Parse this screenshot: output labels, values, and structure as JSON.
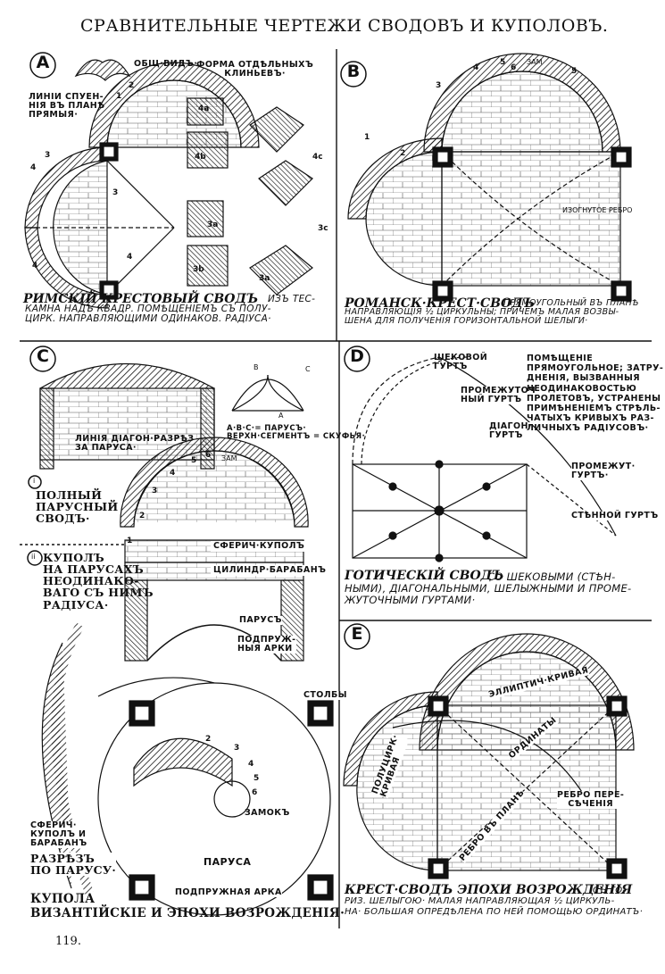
{
  "title": "СРАВНИТЕЛЬНЫЕ ЧЕРТЕЖИ СВОДОВЪ И КУПОЛОВЪ.",
  "page_number": "119.",
  "panels": {
    "A": {
      "letter": "A",
      "label_view": "ОБЩ·ВИДЪ·",
      "label_stones": "ФОРМА ОТДѢЛЬНЫХЪ\nКЛИНЬЕВЪ·",
      "label_lines": "ЛИНІИ СПУЕН-\nНІЯ ВЪ ПЛАНѢ\nПРЯМЫЯ·",
      "caption_main": "РИМСКІЙ КРЕСТОВЫЙ СВОДЪ",
      "caption_rest": "ИЗЪ ТЕС-\nКАМНА НАДЪ КВАДР. ПОМѢЩЕНІЕМЪ СЪ ПОЛУ-\nЦИРК. НАПРАВЛЯЮЩИМИ ОДИНАКОВ. РАДІУСА·",
      "stone_labels": [
        "4a",
        "4b",
        "4c",
        "3a",
        "3c",
        "3b",
        "3a"
      ],
      "numbers": [
        "3",
        "4",
        "4",
        "4",
        "3",
        "1",
        "2"
      ]
    },
    "B": {
      "letter": "B",
      "label_zam": "ЗАМ",
      "label_rib": "ИЗОГНУТОЕ РЕБРО",
      "caption_main": "РОМАНСК·КРЕСТ·СВОДЪ",
      "caption_rest": "ПРЯМОУГОЛЬНЫЙ ВЪ ПЛАНѢ\nНАПРАВЛЯЮЩІЯ ½ ЦИРКУЛЬНЫ; ПРИЧЕМЪ МАЛАЯ ВОЗВЫ-\nШЕНА ДЛЯ ПОЛУЧЕНІЯ ГОРИЗОНТАЛЬНОЙ ШЕЛЫГИ·",
      "numbers": [
        "1",
        "2",
        "3",
        "4",
        "5",
        "6",
        "5"
      ]
    },
    "C": {
      "letter": "C",
      "label_diag": "ЛИНІЯ ДІАГОН·РАЗРѢЗ\nЗА ПАРУСА·",
      "label_abc": "А·В·С·= ПАРУСЪ·\nВЕРХН·СЕГМЕНТЪ = СКУФЬЯ·",
      "label_i": "ПОЛНЫЙ\nПАРУСНЫЙ\nСВОДЪ·",
      "label_ii": "КУПОЛЪ\nНА ПАРУСАХЪ\nНЕОДИНАКО-\nВАГО СЪ НИМЪ\nРАДІУСА·",
      "label_zam": "ЗАМ",
      "label_sph": "СФЕРИЧ·КУПОЛЪ",
      "label_cyl": "ЦИЛИНДР·БАРАБАНЪ",
      "label_sail": "ПАРУСЪ",
      "label_arch": "ПОДПРУЖ-\nНЫЯ АРКИ",
      "label_pillars": "СТОЛБЫ",
      "label_sph2": "СФЕРИЧ·\nКУПОЛЪ И\nБАРАБАНЪ",
      "label_section": "РАЗРѢЗЪ\nПО ПАРУСУ·",
      "label_zamok": "ЗАМОКЪ",
      "label_parusa": "ПАРУСА",
      "label_podpr": "ПОДПРУЖНАЯ АРКА",
      "caption_main": "КУПОЛА\nВИЗАНТІЙСКІЕ И ЭПОХИ ВОЗРОЖДЕНІЯ·",
      "roman_i": "i",
      "roman_ii": "ii",
      "abc_letters": [
        "A",
        "B",
        "C"
      ],
      "numbers": [
        "1",
        "2",
        "3",
        "4",
        "5",
        "6",
        "2",
        "3",
        "4",
        "5",
        "6"
      ]
    },
    "D": {
      "letter": "D",
      "label_shek": "ШЕКОВОЙ\nГУРТЪ",
      "label_prom": "ПРОМЕЖУТОЧ-\nНЫЙ ГУРТЪ",
      "label_diag": "ДІАГОН·\nГУРТЪ",
      "label_room": "ПОМѢЩЕНІЕ\nПРЯМОУГОЛЬНОЕ; ЗАТРУ-\nДНЕНІЯ, ВЫЗВАННЫЯ\nНЕОДИНАКОВОСТЬЮ\nПРОЛЕТОВЪ, УСТРАНЕНЫ\nПРИМѢНЕНІЕМЪ СТРѢЛЬ-\nЧАТЫХЪ КРИВЫХЪ РАЗ-\nЛИЧНЫХЪ РАДІУСОВЪ·",
      "label_prom2": "ПРОМЕЖУТ·\nГУРТЪ·",
      "label_wall": "СТѢННОЙ ГУРТЪ",
      "caption_main": "ГОТИЧЕСКІЙ СВОДЪ",
      "caption_rest": "СО ШЕКОВЫМИ (СТѢН-\nНЫМИ), ДІАГОНАЛЬНЫМИ, ШЕЛЫЖНЫМИ И ПРОМЕ-\nЖУТОЧНЫМИ ГУРТАМИ·"
    },
    "E": {
      "letter": "E",
      "label_ellipse": "ЭЛЛИПТИЧ·КРИВАЯ",
      "label_semi": "ПОЛУЦИРК·\nКРИВАЯ",
      "label_ord": "ОРДИНАТЫ",
      "label_rib": "РЕБРО ПЕРЕ-\nСѢЧЕНІЯ",
      "label_rib_lie": "РЕБРО ВЪ ПЛАНѢ",
      "caption_main": "КРЕСТ·СВОДЪ ЭПОХИ ВОЗРОЖДЕНІЯ",
      "caption_rest": "СЪ ГО-\nРИЗ. ШЕЛЫГОЮ· МАЛАЯ НАПРАВЛЯЮЩАЯ ½ ЦИРКУЛЬ-\nНА· БОЛЬШАЯ ОПРЕДѢЛЕНА ПО НЕЙ ПОМОЩЬЮ ОРДИНАТЪ·"
    }
  }
}
